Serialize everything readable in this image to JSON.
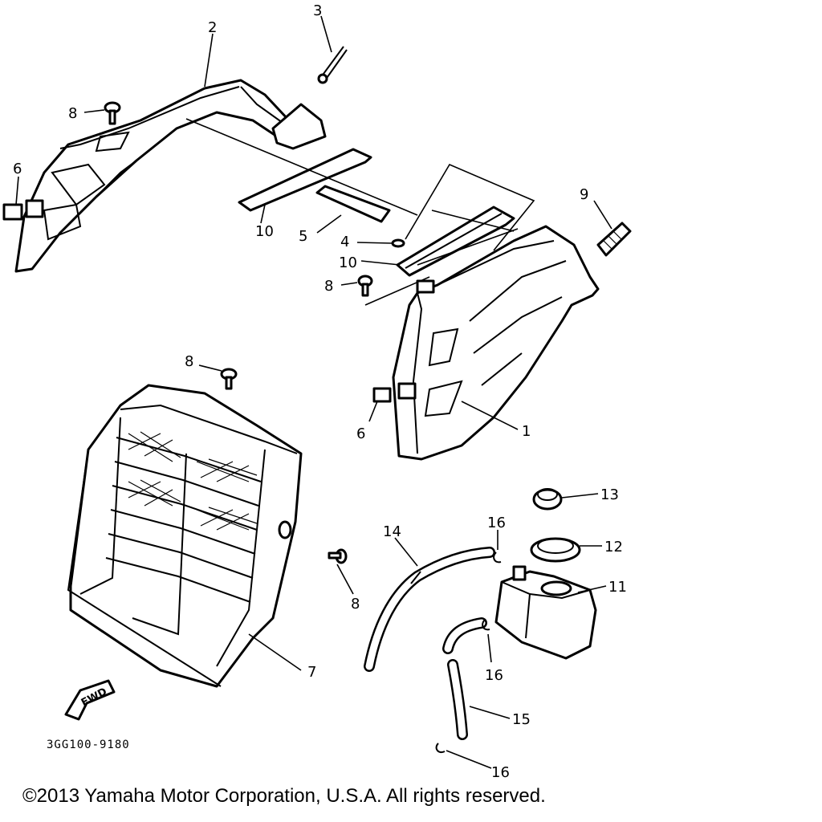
{
  "diagram": {
    "callouts": {
      "c1": "1",
      "c2": "2",
      "c3": "3",
      "c4": "4",
      "c5": "5",
      "c6a": "6",
      "c6b": "6",
      "c7": "7",
      "c8a": "8",
      "c8b": "8",
      "c8c": "8",
      "c8d": "8",
      "c9": "9",
      "c10a": "10",
      "c10b": "10",
      "c11": "11",
      "c12": "12",
      "c13": "13",
      "c14": "14",
      "c15": "15",
      "c16a": "16",
      "c16b": "16",
      "c16c": "16"
    },
    "fwd_label": "FWD",
    "drawing_code": "3GG100-9180"
  },
  "footer": {
    "copyright": "©2013 Yamaha Motor Corporation, U.S.A. All rights reserved."
  }
}
